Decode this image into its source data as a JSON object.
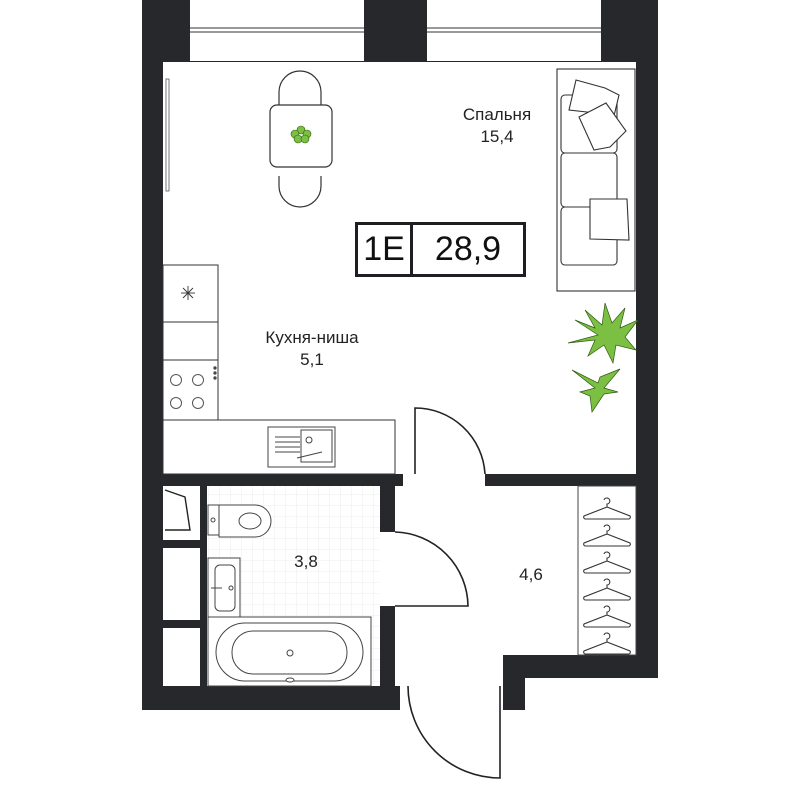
{
  "apartment": {
    "type": "1E",
    "total_area": "28,9"
  },
  "rooms": [
    {
      "name": "Спальня",
      "area": "15,4"
    },
    {
      "name": "Кухня-ниша",
      "area": "5,1"
    },
    {
      "name": "",
      "area": "3,8"
    },
    {
      "name": "",
      "area": "4,6"
    }
  ],
  "colors": {
    "wall": "#27282c",
    "plant": "#7bc043",
    "line": "#333333",
    "tile": "#ececec"
  }
}
